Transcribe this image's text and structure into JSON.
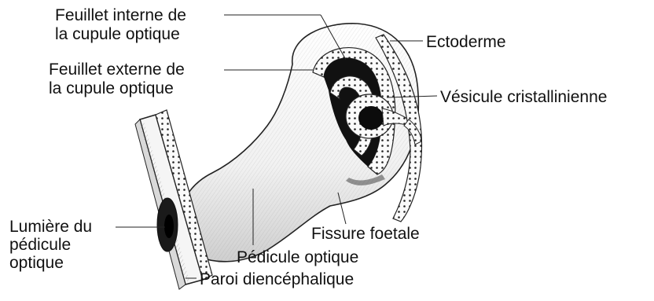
{
  "labels": {
    "feuillet_interne": {
      "line1": "Feuillet interne de",
      "line2": "la cupule optique"
    },
    "feuillet_externe": {
      "line1": "Feuillet externe de",
      "line2": "la cupule optique"
    },
    "ectoderme": "Ectoderme",
    "vesicule": "Vésicule cristallinienne",
    "lumiere": {
      "line1": "Lumière du",
      "line2": "pédicule",
      "line3": "optique"
    },
    "fissure": "Fissure foetale",
    "pedicule": "Pédicule optique",
    "paroi": "Paroi diencéphalique"
  }
}
